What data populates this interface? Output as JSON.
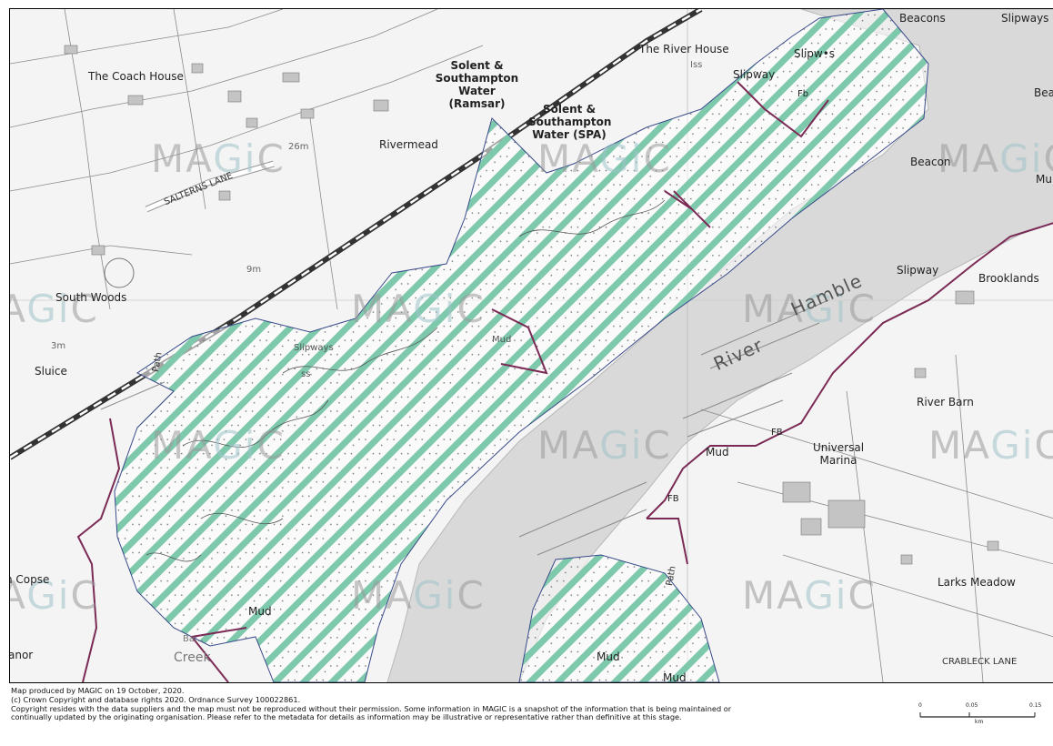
{
  "map": {
    "watermark": [
      "MA",
      "Gi",
      "C"
    ],
    "labels": {
      "coach_house": "The Coach House",
      "rivermead": "Rivermead",
      "river_house": "The River House",
      "iss": "Iss",
      "slipway_a": "Slipway",
      "slipways_a": "Slipw•s",
      "beacons": "Beacons",
      "slipways_top": "Slipways",
      "bea": "Bea",
      "beacon": "Beacon",
      "mu_right": "Mu",
      "fb_top": "Fb",
      "solent_ramsar": "Solent & Southampton Water (Ramsar)",
      "solent_spa": "Solent & Southampton Water (SPA)",
      "salterns_lane": "SALTERNS LANE",
      "h26": "26m",
      "h9": "9m",
      "h3": "3m",
      "south_woods": "South Woods",
      "sluice": "Sluice",
      "slipways_mid": "Slipways",
      "ss": "ss",
      "mud_mid": "Mud",
      "river": "River",
      "hamble": "Hamble",
      "slipway_right": "Slipway",
      "brooklands": "Brooklands",
      "river_barn": "River Barn",
      "fb_mid": "FB",
      "mud_marina": "Mud",
      "universal_marina": "Universal Marina",
      "fb_low": "FB",
      "path_left": "Path",
      "path_low": "Path",
      "copse": "n Copse",
      "mud_low": "Mud",
      "creek": "Creek",
      "bursledon": "Ba...",
      "manor": "anor",
      "mud_bottom": "Mud",
      "mud_bottom2": "Mud",
      "larks_meadow": "Larks Meadow",
      "crableck_lane": "CRABLECK LANE"
    }
  },
  "footer": {
    "line1": "Map produced by MAGIC on 19 October, 2020.",
    "line2": "(c) Crown Copyright and database rights 2020. Ordnance Survey 100022861.",
    "line3": "Copyright resides with the data suppliers and the map must not be reproduced without their permission. Some information in MAGIC is a snapshot of the information that is being maintained or",
    "line4": "continually updated by the originating organisation. Please refer to the metadata for details as information may be illustrative or representative rather than definitive at this stage."
  },
  "scale": {
    "ticks": [
      "0",
      "0.05",
      "0.15"
    ],
    "unit": "km"
  },
  "colors": {
    "hatch_green": "#7ec8ac",
    "designation_border": "#7a2a55",
    "river": "#d9d9d9",
    "land": "#f4f4f4"
  }
}
